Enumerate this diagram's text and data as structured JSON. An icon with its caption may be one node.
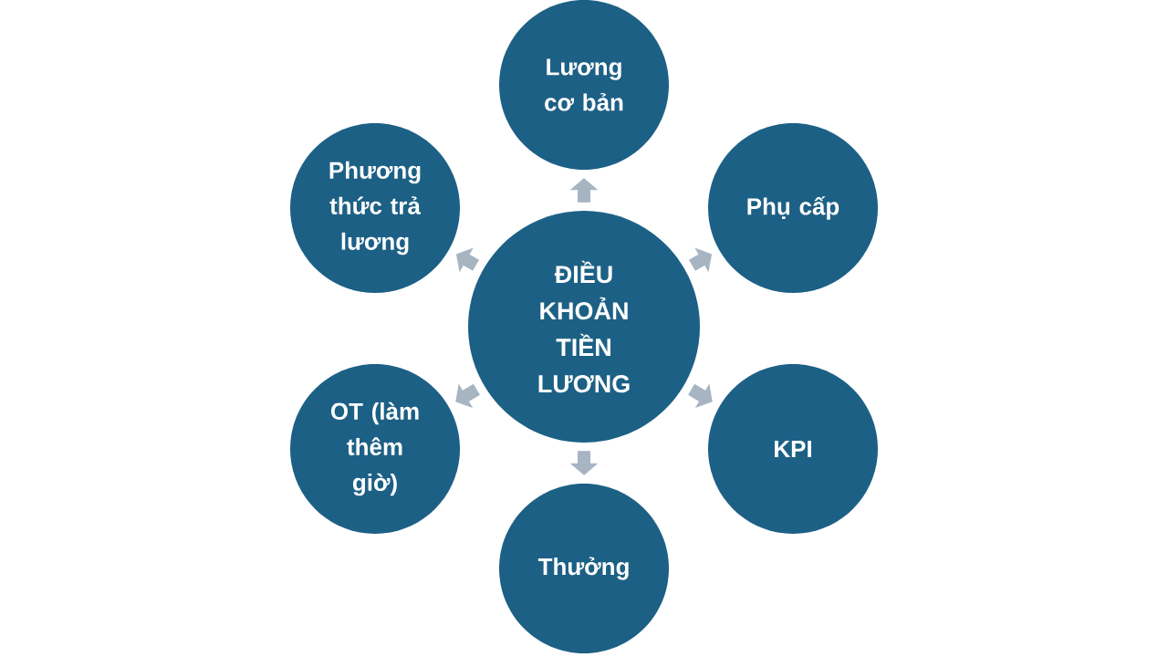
{
  "diagram": {
    "nodes": [
      {
        "text": [
          "ĐIỀU KHOẢN TIỀN LƯƠNG"
        ]
      },
      {
        "text": [
          "Lương cơ bản"
        ]
      },
      {
        "text": [
          "Phụ cấp"
        ]
      },
      {
        "text": [
          "KPI"
        ]
      },
      {
        "text": [
          "Thưởng"
        ]
      },
      {
        "text": [
          "OT (làm thêm giờ)"
        ]
      },
      {
        "text": [
          "Phương thức trả lương"
        ]
      }
    ],
    "edges": [
      {
        "from": 0,
        "to": 1,
        "arrow": "to"
      },
      {
        "from": 0,
        "to": 2,
        "arrow": "to"
      },
      {
        "from": 0,
        "to": 3,
        "arrow": "to"
      },
      {
        "from": 0,
        "to": 4,
        "arrow": "to"
      },
      {
        "from": 0,
        "to": 5,
        "arrow": "to"
      },
      {
        "from": 0,
        "to": 6,
        "arrow": "to"
      }
    ]
  }
}
